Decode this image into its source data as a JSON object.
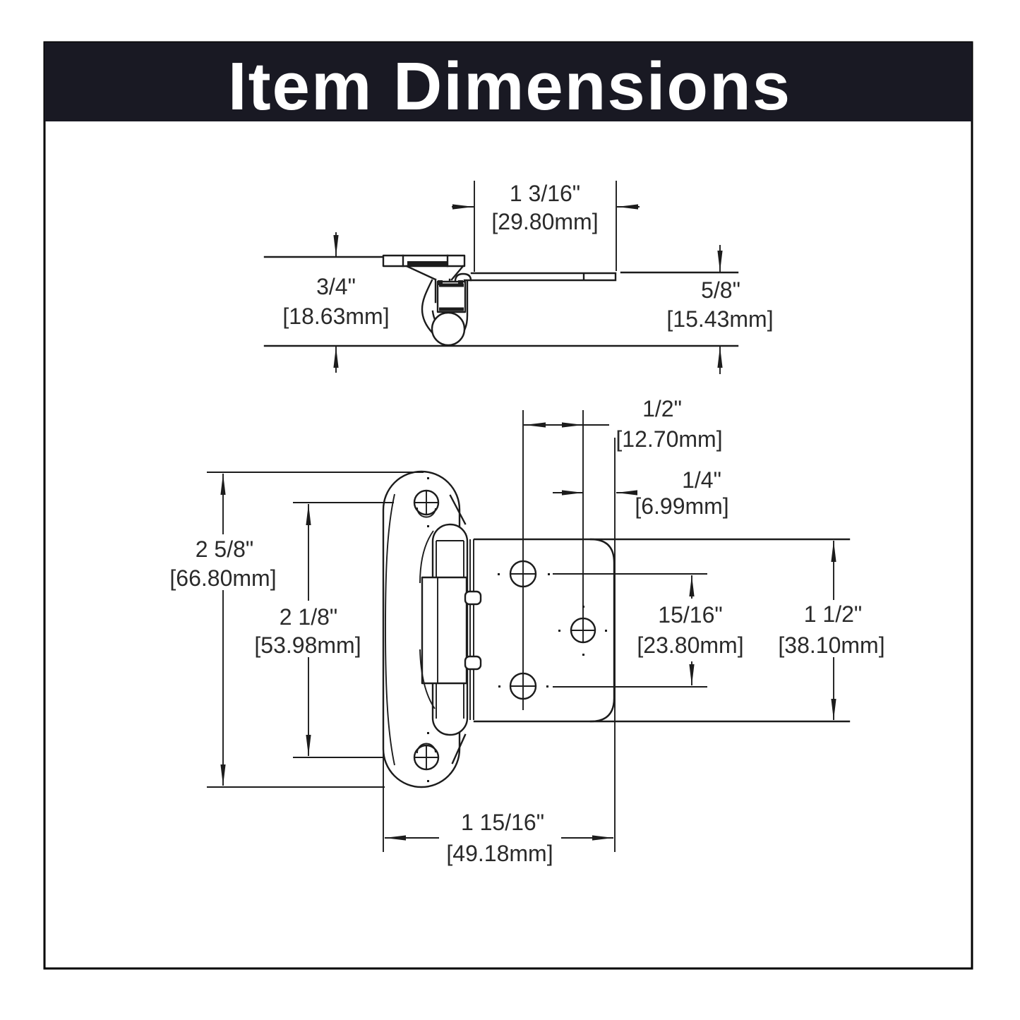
{
  "page": {
    "background": "#ffffff",
    "frame_color": "#000000"
  },
  "header": {
    "title": "Item Dimensions",
    "background": "#191923",
    "text_color": "#ffffff"
  },
  "drawing": {
    "line_color": "#1c1c1c",
    "side_view": {
      "label": "hinge-side-profile",
      "dims": {
        "overlay_width": {
          "in": "1 3/16\"",
          "mm": "[29.80mm]"
        },
        "door_thickness": {
          "in": "3/4\"",
          "mm": "[18.63mm]"
        },
        "frame_depth": {
          "in": "5/8\"",
          "mm": "[15.43mm]"
        }
      }
    },
    "front_view": {
      "label": "hinge-front-face",
      "dims": {
        "hole_offset": {
          "in": "1/2\"",
          "mm": "[12.70mm]"
        },
        "edge_offset": {
          "in": "1/4\"",
          "mm": "[6.99mm]"
        },
        "plate_height": {
          "in": "2 5/8\"",
          "mm": "[66.80mm]"
        },
        "plate_hole_spacing": {
          "in": "2 1/8\"",
          "mm": "[53.98mm]"
        },
        "leaf_hole_spacing": {
          "in": "15/16\"",
          "mm": "[23.80mm]"
        },
        "leaf_height": {
          "in": "1 1/2\"",
          "mm": "[38.10mm]"
        },
        "overall_width": {
          "in": "1 15/16\"",
          "mm": "[49.18mm]"
        }
      }
    }
  }
}
